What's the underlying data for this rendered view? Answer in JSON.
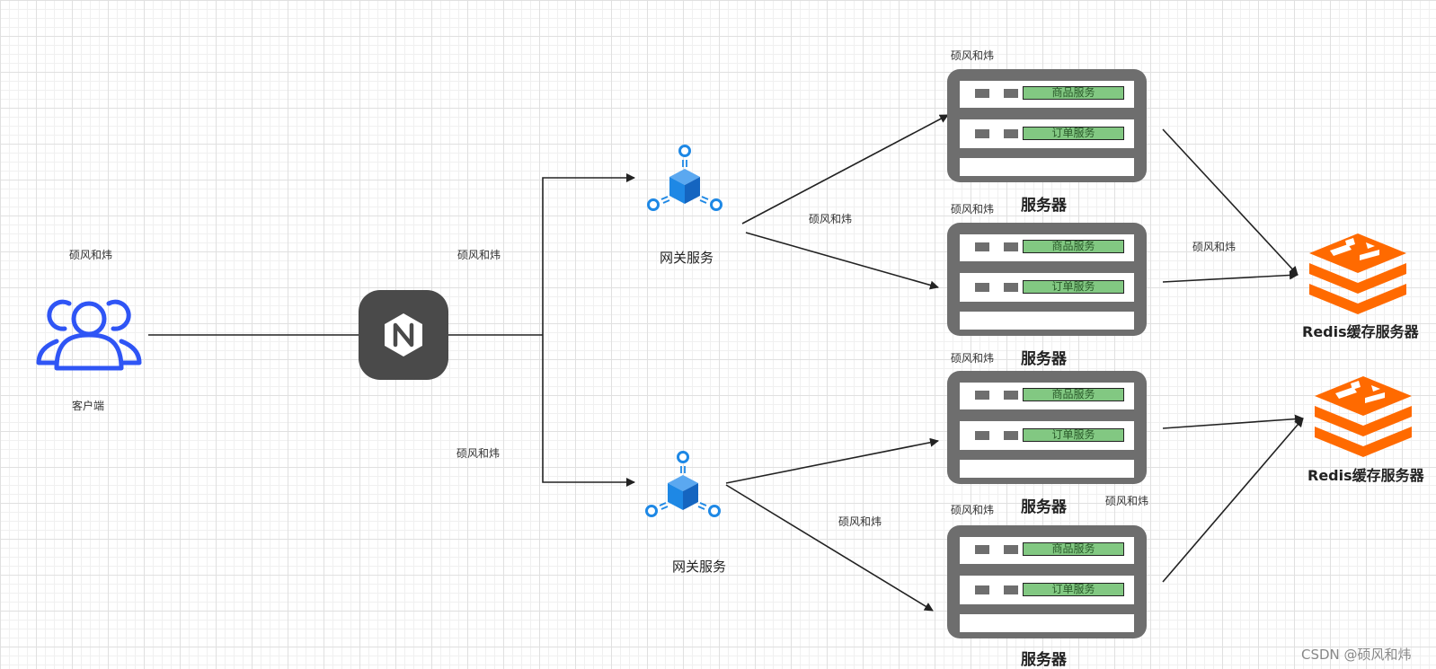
{
  "client": {
    "label": "客户端",
    "caption": "硕风和炜"
  },
  "nginx": {
    "icon": "nginx-icon",
    "color": "#4a4a4a"
  },
  "gateways": [
    {
      "label": "网关服务",
      "caption": "硕风和炜"
    },
    {
      "label": "网关服务",
      "caption": "硕风和炜"
    }
  ],
  "servers": [
    {
      "label": "服务器",
      "caption": "硕风和炜",
      "rows": [
        "商品服务",
        "订单服务"
      ]
    },
    {
      "label": "服务器",
      "caption": "硕风和炜",
      "rows": [
        "商品服务",
        "订单服务"
      ]
    },
    {
      "label": "服务器",
      "caption": "硕风和炜",
      "rows": [
        "商品服务",
        "订单服务"
      ]
    },
    {
      "label": "服务器",
      "caption": "硕风和炜",
      "rows": [
        "商品服务",
        "订单服务"
      ]
    }
  ],
  "redis": [
    {
      "label": "Redis缓存服务器"
    },
    {
      "label": "Redis缓存服务器"
    }
  ],
  "edge_labels": [
    "硕风和炜",
    "硕风和炜",
    "硕风和炜",
    "硕风和炜",
    "硕风和炜"
  ],
  "watermark": "CSDN @硕风和炜",
  "colors": {
    "client": "#2f55f5",
    "gateway": "#1e88e5",
    "redis": "#ff6a00",
    "server": "#6e6e6e",
    "service_box": "#82c882"
  }
}
